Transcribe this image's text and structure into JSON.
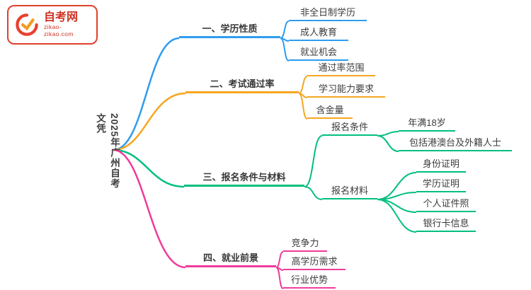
{
  "logo": {
    "title": "自考网",
    "domain": "zikao-zikao.com",
    "border_color": "#e0412c",
    "text_color": "#cf3325"
  },
  "root": {
    "label": "2025年广州自考文凭"
  },
  "colors": {
    "branch1": "#2e9cf0",
    "branch2": "#f6a623",
    "branch3": "#00bf7e",
    "branch4": "#ee3b9b",
    "text": "#3c3c3c"
  },
  "branches": [
    {
      "label": "一、学历性质",
      "color": "#2e9cf0",
      "children": [
        {
          "label": "非全日制学历"
        },
        {
          "label": "成人教育"
        },
        {
          "label": "就业机会"
        }
      ]
    },
    {
      "label": "二、考试通过率",
      "color": "#f6a623",
      "children": [
        {
          "label": "通过率范围"
        },
        {
          "label": "学习能力要求"
        },
        {
          "label": "含金量"
        }
      ]
    },
    {
      "label": "三、报名条件与材料",
      "color": "#00bf7e",
      "children": [
        {
          "label": "报名条件",
          "children": [
            {
              "label": "年满18岁"
            },
            {
              "label": "包括港澳台及外籍人士"
            }
          ]
        },
        {
          "label": "报名材料",
          "children": [
            {
              "label": "身份证明"
            },
            {
              "label": "学历证明"
            },
            {
              "label": "个人证件照"
            },
            {
              "label": "银行卡信息"
            }
          ]
        }
      ]
    },
    {
      "label": "四、就业前景",
      "color": "#ee3b9b",
      "children": [
        {
          "label": "竞争力"
        },
        {
          "label": "高学历需求"
        },
        {
          "label": "行业优势"
        }
      ]
    }
  ]
}
